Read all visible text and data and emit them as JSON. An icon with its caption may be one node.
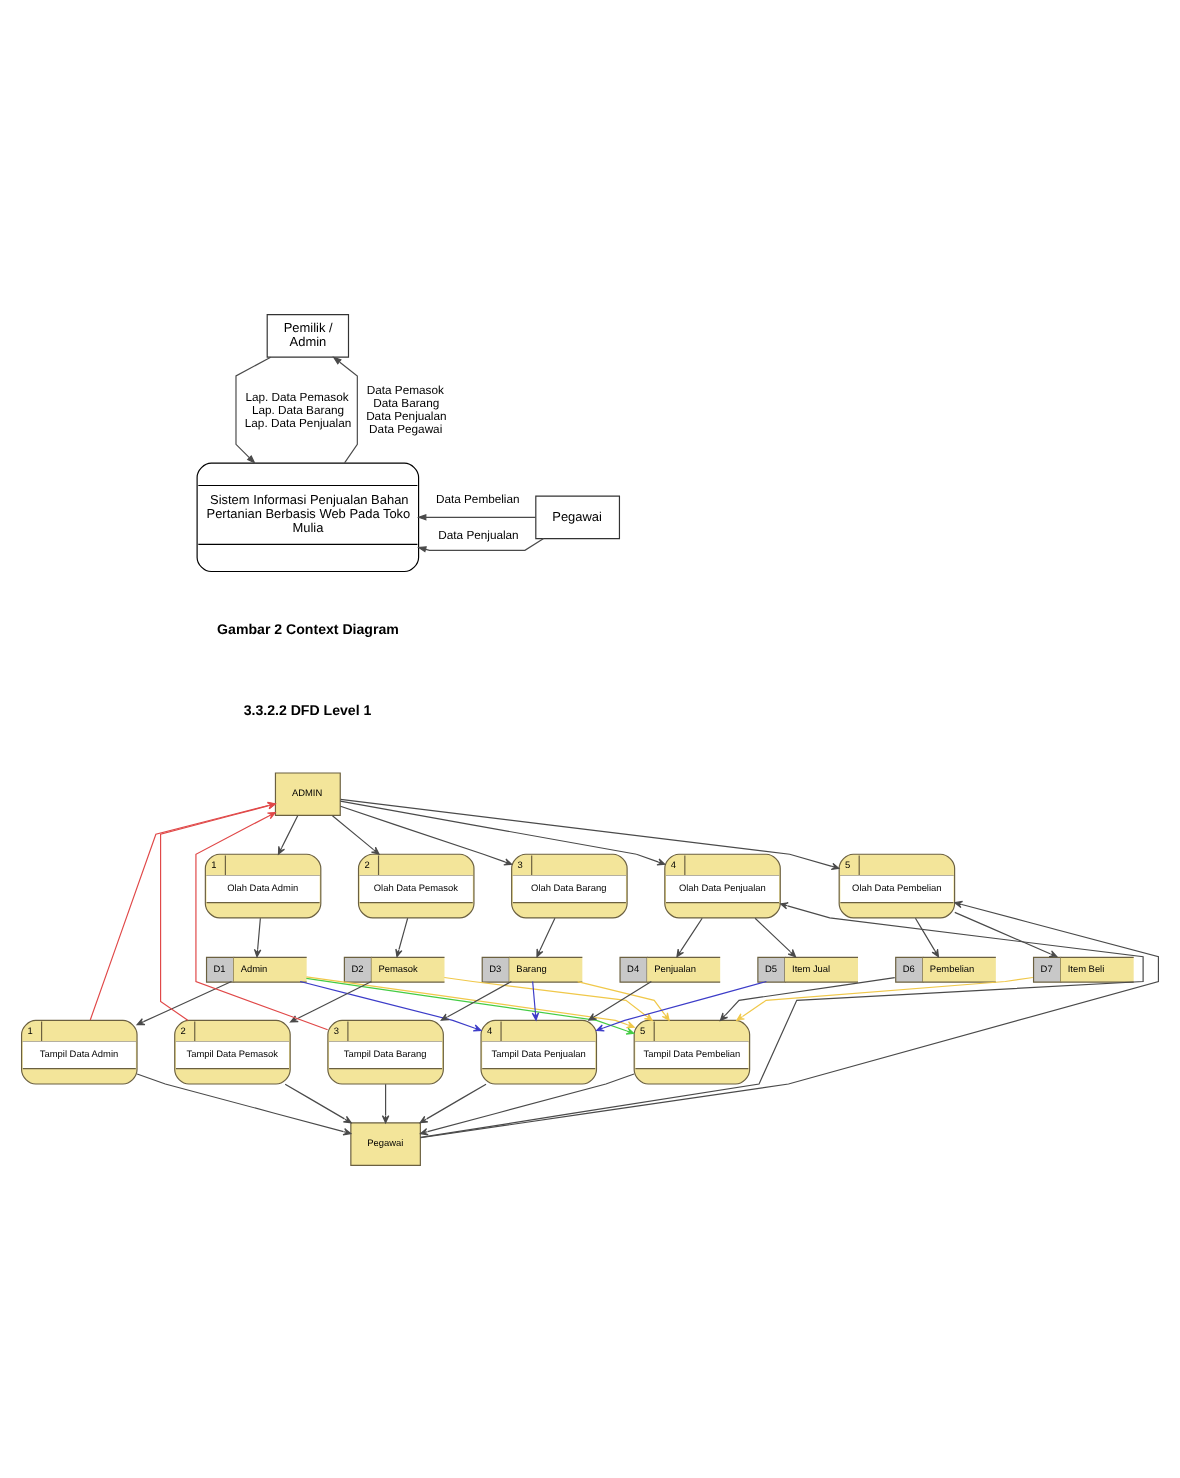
{
  "diagram": {
    "nodes": [
      {
        "text": [
          "Pemilik / Admin"
        ]
      },
      {
        "text": [
          "Sistem Informasi Penjualan Bahan Pertanian Berbasis Web Pada Toko Mulia"
        ]
      },
      {
        "text": [
          "Pegawai"
        ]
      },
      {
        "text": [
          "ADMIN"
        ]
      },
      {
        "text": [
          "1",
          "Olah Data Admin"
        ]
      },
      {
        "text": [
          "2",
          "Olah Data Pemasok"
        ]
      },
      {
        "text": [
          "3",
          "Olah Data Barang"
        ]
      },
      {
        "text": [
          "4",
          "Olah Data Penjualan"
        ]
      },
      {
        "text": [
          "5",
          "Olah Data Pembelian"
        ]
      },
      {
        "text": [
          "D1",
          "Admin"
        ]
      },
      {
        "text": [
          "D2",
          "Pemasok"
        ]
      },
      {
        "text": [
          "D3",
          "Barang"
        ]
      },
      {
        "text": [
          "D4",
          "Penjualan"
        ]
      },
      {
        "text": [
          "D5",
          "Item Jual"
        ]
      },
      {
        "text": [
          "D6",
          "Pembelian"
        ]
      },
      {
        "text": [
          "D7",
          "Item Beli"
        ]
      },
      {
        "text": [
          "1",
          "Tampil Data Admin"
        ]
      },
      {
        "text": [
          "2",
          "Tampil Data Pemasok"
        ]
      },
      {
        "text": [
          "3",
          "Tampil Data Barang"
        ]
      },
      {
        "text": [
          "4",
          "Tampil Data Penjualan"
        ]
      },
      {
        "text": [
          "5",
          "Tampil Data Pembelian"
        ]
      },
      {
        "text": [
          "Pegawai"
        ]
      }
    ],
    "edges": [
      {
        "from": 0,
        "to": 1,
        "arrow": "to",
        "label": "Lap. Data Pemasok Lap. Data Barang Lap. Data Penjualan"
      },
      {
        "from": 1,
        "to": 0,
        "arrow": "to",
        "label": "Data Pemasok Data Barang Data Penjualan Data Pegawai"
      },
      {
        "from": 2,
        "to": 1,
        "arrow": "to",
        "label": "Data Penjualan"
      },
      {
        "from": 2,
        "to": 1,
        "arrow": "to",
        "label": "Data Pembelian"
      },
      {
        "from": 3,
        "to": 4,
        "arrow": "to"
      },
      {
        "from": 3,
        "to": 5,
        "arrow": "to"
      },
      {
        "from": 3,
        "to": 6,
        "arrow": "to"
      },
      {
        "from": 3,
        "to": 7,
        "arrow": "to"
      },
      {
        "from": 3,
        "to": 8,
        "arrow": "to"
      },
      {
        "from": 4,
        "to": 9,
        "arrow": "to"
      },
      {
        "from": 5,
        "to": 10,
        "arrow": "to"
      },
      {
        "from": 6,
        "to": 11,
        "arrow": "to"
      },
      {
        "from": 7,
        "to": 12,
        "arrow": "to"
      },
      {
        "from": 7,
        "to": 13,
        "arrow": "to"
      },
      {
        "from": 8,
        "to": 14,
        "arrow": "to"
      },
      {
        "from": 8,
        "to": 15,
        "arrow": "to"
      },
      {
        "from": 9,
        "to": 16,
        "arrow": "to"
      },
      {
        "from": 10,
        "to": 17,
        "arrow": "to"
      },
      {
        "from": 11,
        "to": 18,
        "arrow": "to"
      },
      {
        "from": 12,
        "to": 19,
        "arrow": "to"
      },
      {
        "from": 14,
        "to": 20,
        "arrow": "to"
      },
      {
        "from": 13,
        "to": 19,
        "arrow": "to",
        "color": "#3c3cc8"
      },
      {
        "from": 9,
        "to": 19,
        "arrow": "to",
        "color": "#3c3cc8"
      },
      {
        "from": 11,
        "to": 19,
        "arrow": "to",
        "color": "#3c3cc8"
      },
      {
        "from": 9,
        "to": 20,
        "arrow": "to",
        "color": "#44cc44"
      },
      {
        "from": 9,
        "to": 20,
        "arrow": "to",
        "color": "#f0c84a"
      },
      {
        "from": 10,
        "to": 20,
        "arrow": "to",
        "color": "#f0c84a"
      },
      {
        "from": 11,
        "to": 20,
        "arrow": "to",
        "color": "#f0c84a"
      },
      {
        "from": 15,
        "to": 20,
        "arrow": "to",
        "color": "#f0c84a"
      },
      {
        "from": 16,
        "to": 3,
        "arrow": "to",
        "color": "#e04848"
      },
      {
        "from": 17,
        "to": 3,
        "arrow": "to",
        "color": "#e04848"
      },
      {
        "from": 18,
        "to": 3,
        "arrow": "to",
        "color": "#e04848"
      },
      {
        "from": 16,
        "to": 21,
        "arrow": "to"
      },
      {
        "from": 17,
        "to": 21,
        "arrow": "to"
      },
      {
        "from": 18,
        "to": 21,
        "arrow": "to"
      },
      {
        "from": 19,
        "to": 21,
        "arrow": "to"
      },
      {
        "from": 20,
        "to": 21,
        "arrow": "to"
      },
      {
        "from": 21,
        "to": 7,
        "arrow": "to"
      },
      {
        "from": 21,
        "to": 8,
        "arrow": "to"
      }
    ],
    "labels": [
      "Gambar 2 Context Diagram",
      "3.3.2.2 DFD Level 1"
    ]
  }
}
